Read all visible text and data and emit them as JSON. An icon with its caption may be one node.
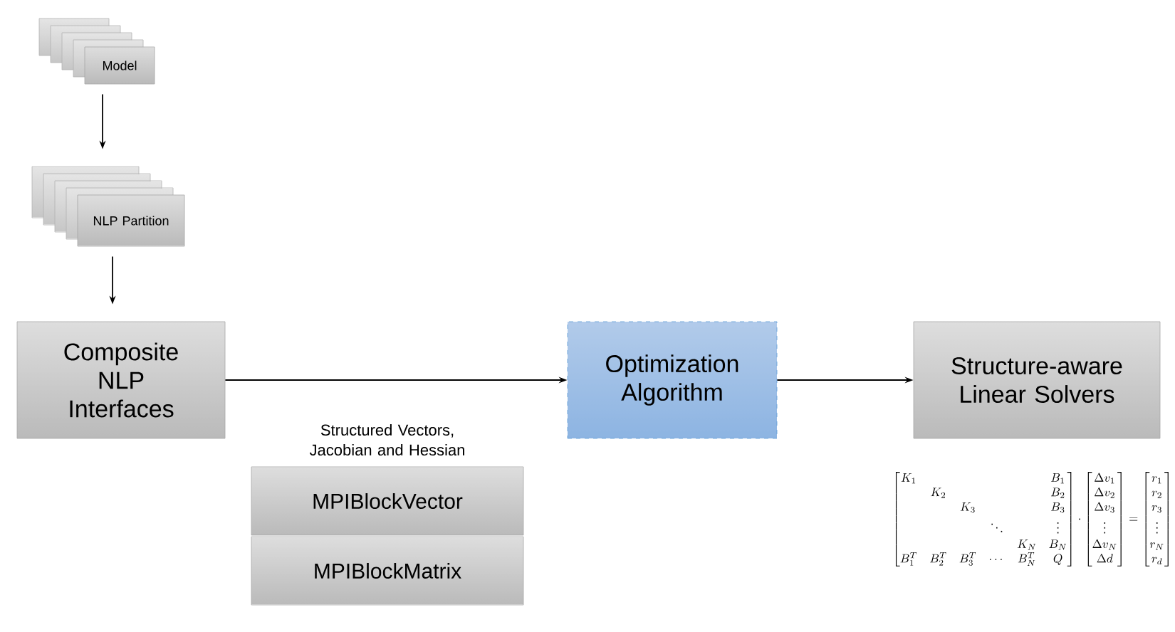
{
  "diagram": {
    "nodes": [
      {
        "text": [
          "Model"
        ]
      },
      {
        "text": [
          "NLP Partition"
        ]
      },
      {
        "text": [
          "Composite NLP Interfaces"
        ]
      },
      {
        "text": [
          "Optimization Algorithm"
        ]
      },
      {
        "text": [
          "Structure-aware Linear Solvers"
        ]
      },
      {
        "text": [
          "MPIBlockVector"
        ]
      },
      {
        "text": [
          "MPIBlockMatrix"
        ]
      }
    ],
    "edges": [
      {
        "from": 0,
        "to": 1,
        "arrow": "to"
      },
      {
        "from": 1,
        "to": 2,
        "arrow": "to"
      },
      {
        "from": 2,
        "to": 3,
        "arrow": "to"
      },
      {
        "from": 3,
        "to": 4,
        "arrow": "to"
      }
    ],
    "labels": [
      "Structured Vectors, Jacobian and Hessian",
      "\\begin{bmatrix} K_1 & & & & & B_1\\\\ & K_2 & & & & B_2\\\\ & & K_3 & & & B_3\\\\ & & & \\ddots & & \\vdots\\\\ & & & & K_N & B_N\\\\ B_1^T & B_2^T & B_3^T & \\cdots & B_N^T & Q \\end{bmatrix} \\cdot \\begin{bmatrix} \\Delta v_1\\\\ \\Delta v_2\\\\ \\Delta v_3\\\\ \\vdots\\\\ \\Delta v_N\\\\ \\Delta d \\end{bmatrix} = \\begin{bmatrix} r_1\\\\ r_2\\\\ r_3\\\\ \\vdots\\\\ r_N\\\\ r_d \\end{bmatrix}"
    ]
  }
}
